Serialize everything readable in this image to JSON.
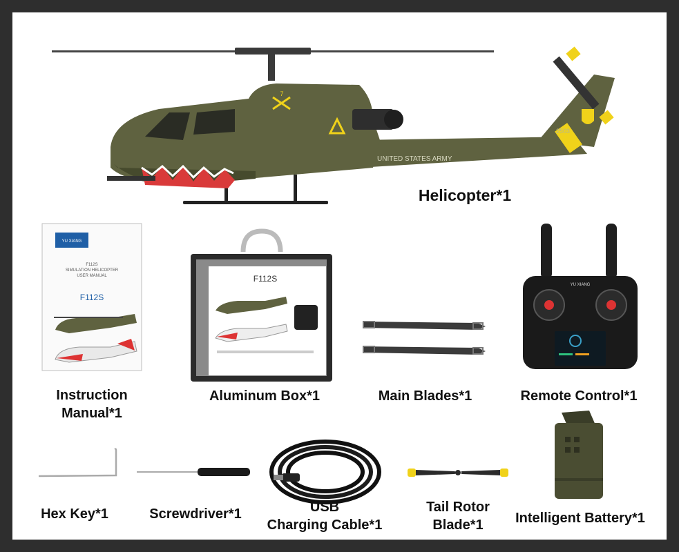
{
  "labels": {
    "helicopter": "Helicopter*1",
    "manual": "Instruction\nManual*1",
    "box": "Aluminum Box*1",
    "blades": "Main Blades*1",
    "remote": "Remote Control*1",
    "hexkey": "Hex Key*1",
    "screwdriver": "Screwdriver*1",
    "cable": "USB\nCharging Cable*1",
    "tail": "Tail Rotor\nBlade*1",
    "battery": "Intelligent Battery*1"
  },
  "helicopter_markings": {
    "army": "UNITED STATES ARMY",
    "number": "2503",
    "unit": "7"
  },
  "manual": {
    "brand": "YU XIANG",
    "model": "F112S",
    "subtitle1": "SIMULATION HELICOPTER",
    "subtitle2": "USER MANUAL",
    "model_large": "F112S"
  },
  "box": {
    "model": "F112S"
  },
  "remote": {
    "brand": "YU XIANG"
  },
  "colors": {
    "olive": "#5f6240",
    "olive_dark": "#464a2d",
    "yellow": "#f0d21a",
    "shark_red": "#d93a3a",
    "frame": "#2e2e2e"
  }
}
